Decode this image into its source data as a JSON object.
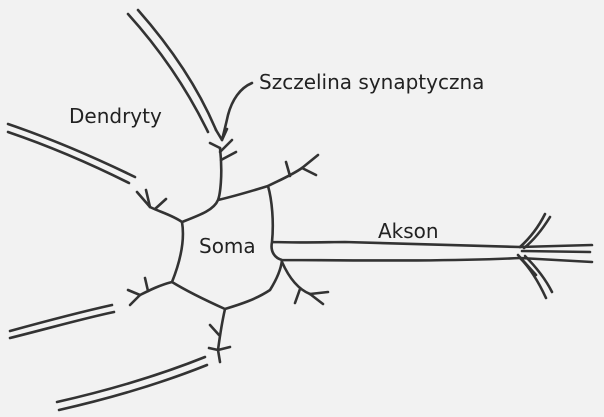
{
  "labels": {
    "dendrites": "Dendryty",
    "synaptic_cleft": "Szczelina synaptyczna",
    "soma": "Soma",
    "axon": "Akson"
  },
  "colors": {
    "background": "#f2f2f2",
    "stroke": "#333333",
    "text": "#222222"
  }
}
